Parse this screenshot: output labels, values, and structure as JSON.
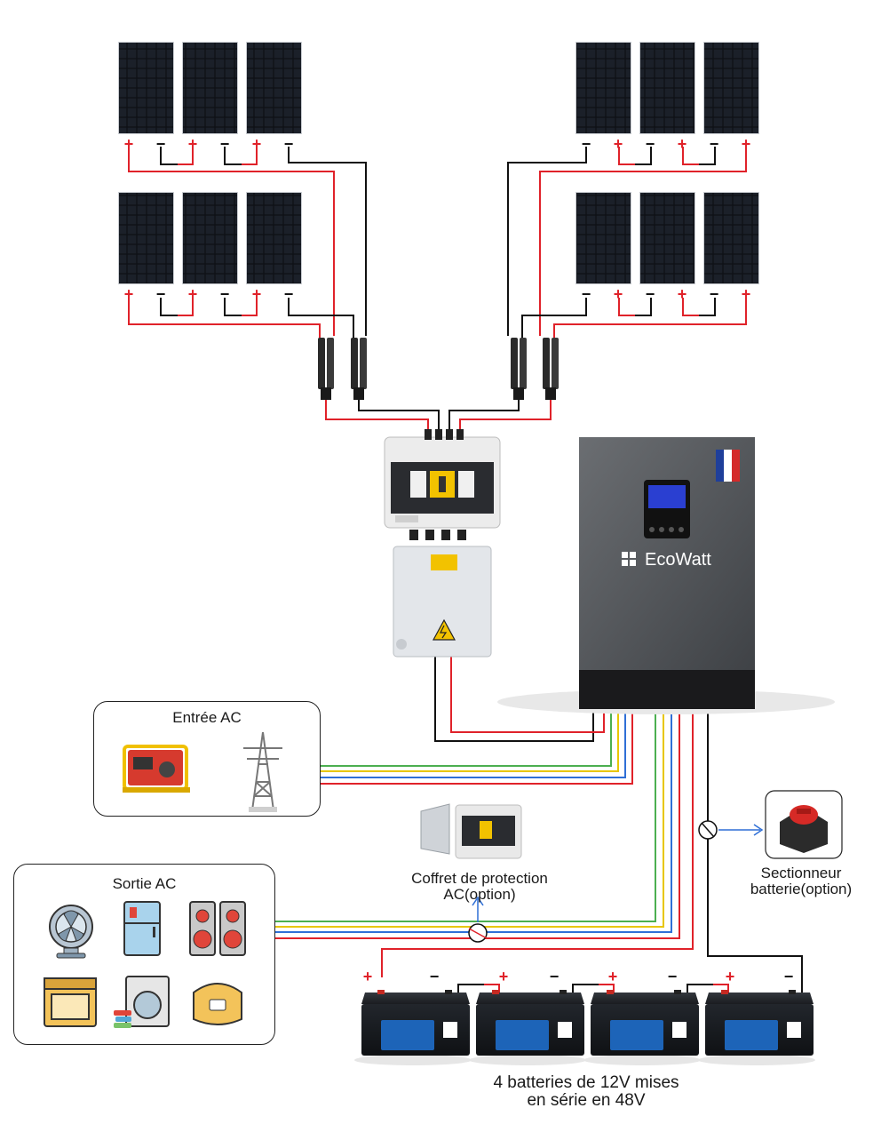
{
  "inverter": {
    "brand": "EcoWatt"
  },
  "ac_input": {
    "title": "Entrée AC",
    "icons": [
      "generator-icon",
      "power-pylon-icon"
    ]
  },
  "ac_output": {
    "title": "Sortie AC",
    "icons": [
      "fan-icon",
      "fridge-icon",
      "speakers-icon",
      "oven-icon",
      "washing-machine-icon",
      "rice-cooker-icon"
    ]
  },
  "ac_protection": {
    "label_line1": "Coffret de protection",
    "label_line2": "AC(option)"
  },
  "battery_switch": {
    "label_line1": "Sectionneur",
    "label_line2": "batterie(option)"
  },
  "batteries": {
    "count": 4,
    "caption_line1": "4 batteries de 12V mises",
    "caption_line2": "en série en 48V"
  },
  "polarity": {
    "plus": "+",
    "minus": "−"
  },
  "colors": {
    "positive_wire": "#e0222a",
    "negative_wire": "#111111",
    "green_wire": "#4caf50",
    "yellow_wire": "#e8c600",
    "blue_wire": "#2f6fd6",
    "red_wire": "#e0222a",
    "flag_blue": "#1f3f9a",
    "flag_red": "#d42a2a",
    "battery_blue": "#1d64b8"
  }
}
